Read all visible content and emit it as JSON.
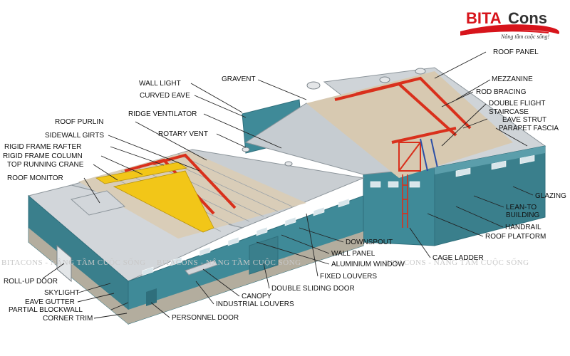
{
  "brand": {
    "name_red": "BITA",
    "name_dark": "Cons",
    "tagline": "Nâng tầm cuộc sống!",
    "color_red": "#d7141b",
    "color_dark": "#333333"
  },
  "watermark": {
    "left": "BITACONS - NÂNG TẦM CUỘC SỐNG",
    "middle": "BITACONS - NÂNG TẦM CUỘC SỐNG",
    "right": "BITACONS - NÂNG TẦM CUỘC SỐNG"
  },
  "colors": {
    "wall_blue": "#3f8a98",
    "wall_blue_dark": "#2f6f7c",
    "roof_grey": "#c9ced2",
    "frame_red": "#d9301c",
    "crane_yellow": "#f2c618",
    "blockwall": "#b3ad9e"
  },
  "labels": {
    "roof_panel": "ROOF PANEL",
    "mezzanine": "MEZZANINE",
    "rod_bracing": "ROD BRACING",
    "double_flight": "DOUBLE FLIGHT",
    "staircase": "STAIRCASE",
    "eave_strut": "EAVE STRUT",
    "parapet_fascia": "PARAPET FASCIA",
    "wall_light": "WALL LIGHT",
    "curved_eave": "CURVED EAVE",
    "gravent": "GRAVENT",
    "ridge_ventilator": "RIDGE VENTILATOR",
    "roof_purlin": "ROOF PURLIN",
    "rotary_vent": "ROTARY VENT",
    "sidewall_girts": "SIDEWALL GIRTS",
    "rigid_frame_rafter": "RIGID FRAME RAFTER",
    "rigid_frame_column": "RIGID FRAME COLUMN",
    "top_running_crane": "TOP RUNNING CRANE",
    "roof_monitor": "ROOF MONITOR",
    "glazing": "GLAZING",
    "lean_to": "LEAN-TO",
    "building": "BUILDING",
    "handrail": "HANDRAIL",
    "roof_platform": "ROOF PLATFORM",
    "downspout": "DOWNSPOUT",
    "wall_panel": "WALL PANEL",
    "aluminium_window": "ALUMINIUM WINDOW",
    "cage_ladder": "CAGE LADDER",
    "fixed_louvers": "FIXED LOUVERS",
    "double_sliding_door": "DOUBLE SLIDING DOOR",
    "canopy": "CANOPY",
    "industrial_louvers": "INDUSTRIAL LOUVERS",
    "personnel_door": "PERSONNEL DOOR",
    "roll_up_door": "ROLL-UP DOOR",
    "skylight": "SKYLIGHT",
    "eave_gutter": "EAVE GUTTER",
    "partial_blockwall": "PARTIAL BLOCKWALL",
    "corner_trim": "CORNER TRIM"
  }
}
